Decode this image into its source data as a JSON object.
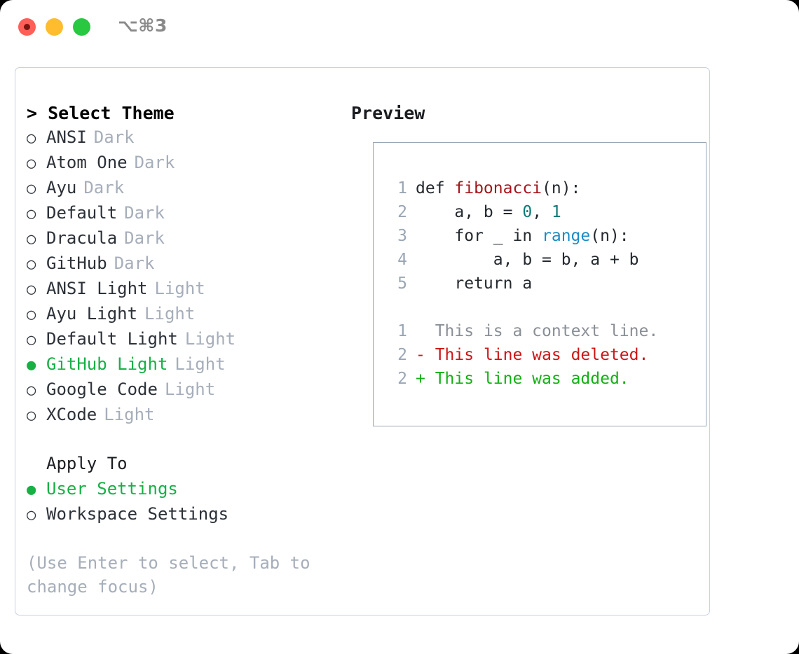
{
  "window": {
    "shortcut": "⌥⌘3",
    "traffic_lights": [
      {
        "name": "close",
        "color": "#ff5f57"
      },
      {
        "name": "minimize",
        "color": "#febc2e"
      },
      {
        "name": "maximize",
        "color": "#28c840"
      }
    ]
  },
  "theme_panel": {
    "heading": "> Select Theme",
    "marker_unselected": "○",
    "marker_selected": "●",
    "selected_theme": "GitHub Light",
    "themes": [
      {
        "label": "ANSI",
        "tag": "Dark",
        "selected": false
      },
      {
        "label": "Atom One",
        "tag": "Dark",
        "selected": false
      },
      {
        "label": "Ayu",
        "tag": "Dark",
        "selected": false
      },
      {
        "label": "Default",
        "tag": "Dark",
        "selected": false
      },
      {
        "label": "Dracula",
        "tag": "Dark",
        "selected": false
      },
      {
        "label": "GitHub",
        "tag": "Dark",
        "selected": false
      },
      {
        "label": "ANSI Light",
        "tag": "Light",
        "selected": false
      },
      {
        "label": "Ayu Light",
        "tag": "Light",
        "selected": false
      },
      {
        "label": "Default Light",
        "tag": "Light",
        "selected": false
      },
      {
        "label": "GitHub Light",
        "tag": "Light",
        "selected": true
      },
      {
        "label": "Google Code",
        "tag": "Light",
        "selected": false
      },
      {
        "label": "XCode",
        "tag": "Light",
        "selected": false
      }
    ]
  },
  "apply_to": {
    "heading": "Apply To",
    "selected_scope": "User Settings",
    "options": [
      {
        "label": "User Settings",
        "selected": true
      },
      {
        "label": "Workspace Settings",
        "selected": false
      }
    ]
  },
  "hint": "(Use Enter to select, Tab to change focus)",
  "preview": {
    "heading": "Preview",
    "code_lines": [
      {
        "no": "1",
        "parts": [
          {
            "t": "def ",
            "k": "plain"
          },
          {
            "t": "fibonacci",
            "k": "fn"
          },
          {
            "t": "(n):",
            "k": "plain"
          }
        ]
      },
      {
        "no": "2",
        "parts": [
          {
            "t": "    a, b = ",
            "k": "plain"
          },
          {
            "t": "0",
            "k": "num"
          },
          {
            "t": ", ",
            "k": "plain"
          },
          {
            "t": "1",
            "k": "num"
          }
        ]
      },
      {
        "no": "3",
        "parts": [
          {
            "t": "    for _ in ",
            "k": "plain"
          },
          {
            "t": "range",
            "k": "call"
          },
          {
            "t": "(n):",
            "k": "plain"
          }
        ]
      },
      {
        "no": "4",
        "parts": [
          {
            "t": "        a, b = b, a + b",
            "k": "plain"
          }
        ]
      },
      {
        "no": "5",
        "parts": [
          {
            "t": "    return a",
            "k": "plain"
          }
        ]
      }
    ],
    "diff_lines": [
      {
        "no": "1",
        "sign": "  ",
        "text": "This is a context line.",
        "kind": "ctx"
      },
      {
        "no": "2",
        "sign": "- ",
        "text": "This line was deleted.",
        "kind": "del"
      },
      {
        "no": "2",
        "sign": "+ ",
        "text": "This line was added.",
        "kind": "add"
      }
    ]
  },
  "colors": {
    "accent_green": "#17b045",
    "muted_gray": "#a6aeba",
    "text_dark": "#2c3138",
    "panel_border": "#c8d0dc",
    "preview_border": "#9aa6b4",
    "syntax_function": "#a4161a",
    "syntax_number": "#0f7a77",
    "syntax_call": "#1b8cc4",
    "diff_added": "#14b014",
    "diff_deleted": "#cc1616",
    "diff_context": "#8a8f96"
  }
}
